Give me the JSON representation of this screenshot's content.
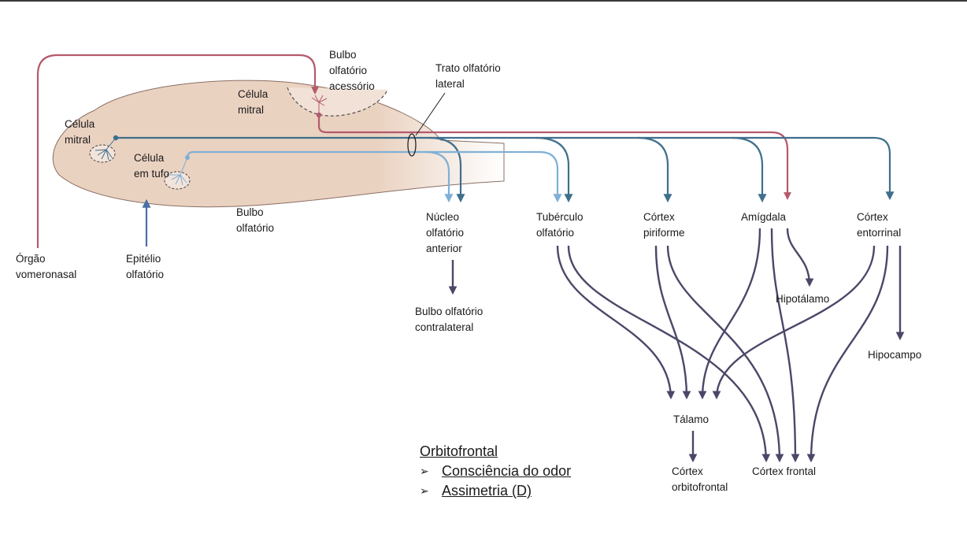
{
  "labels": {
    "bulbo_acessorio": [
      "Bulbo",
      "olfatório",
      "acessório"
    ],
    "trato_lateral": [
      "Trato olfatório",
      "lateral"
    ],
    "celula_mitral_acc": [
      "Célula",
      "mitral"
    ],
    "celula_mitral_main": [
      "Célula",
      "mitral"
    ],
    "celula_tufo": [
      "Célula",
      "em tufo"
    ],
    "bulbo_olfatorio": [
      "Bulbo",
      "olfatório"
    ],
    "orgao_vomeronasal": [
      "Órgão",
      "vomeronasal"
    ],
    "epitelio": [
      "Epitélio",
      "olfatório"
    ],
    "nucleo": [
      "Núcleo",
      "olfatório",
      "anterior"
    ],
    "tuberculo": [
      "Tubérculo",
      "olfatório"
    ],
    "piriforme": [
      "Córtex",
      "piriforme"
    ],
    "amigdala": [
      "Amígdala"
    ],
    "entorrinal": [
      "Córtex",
      "entorrinal"
    ],
    "hipotalamo": [
      "Hipotálamo"
    ],
    "hipocampo": [
      "Hipocampo"
    ],
    "contralateral": [
      "Bulbo olfatório",
      "contralateral"
    ],
    "talamo": [
      "Tálamo"
    ],
    "orbitofrontal": [
      "Córtex",
      "orbitofrontal"
    ],
    "frontal": [
      "Córtex frontal"
    ]
  },
  "notes": {
    "title": "Orbitofrontal",
    "bullets": [
      "Consciência do odor",
      "Assimetria (D)"
    ],
    "bullet_glyph": "➢"
  },
  "colors": {
    "bulb_fill": "#ead2c1",
    "vomeronasal_path": "#b45a6c",
    "mitral_path": "#3f6f8c",
    "tufted_path": "#7fb0d6",
    "projection_path": "#4a4868"
  }
}
